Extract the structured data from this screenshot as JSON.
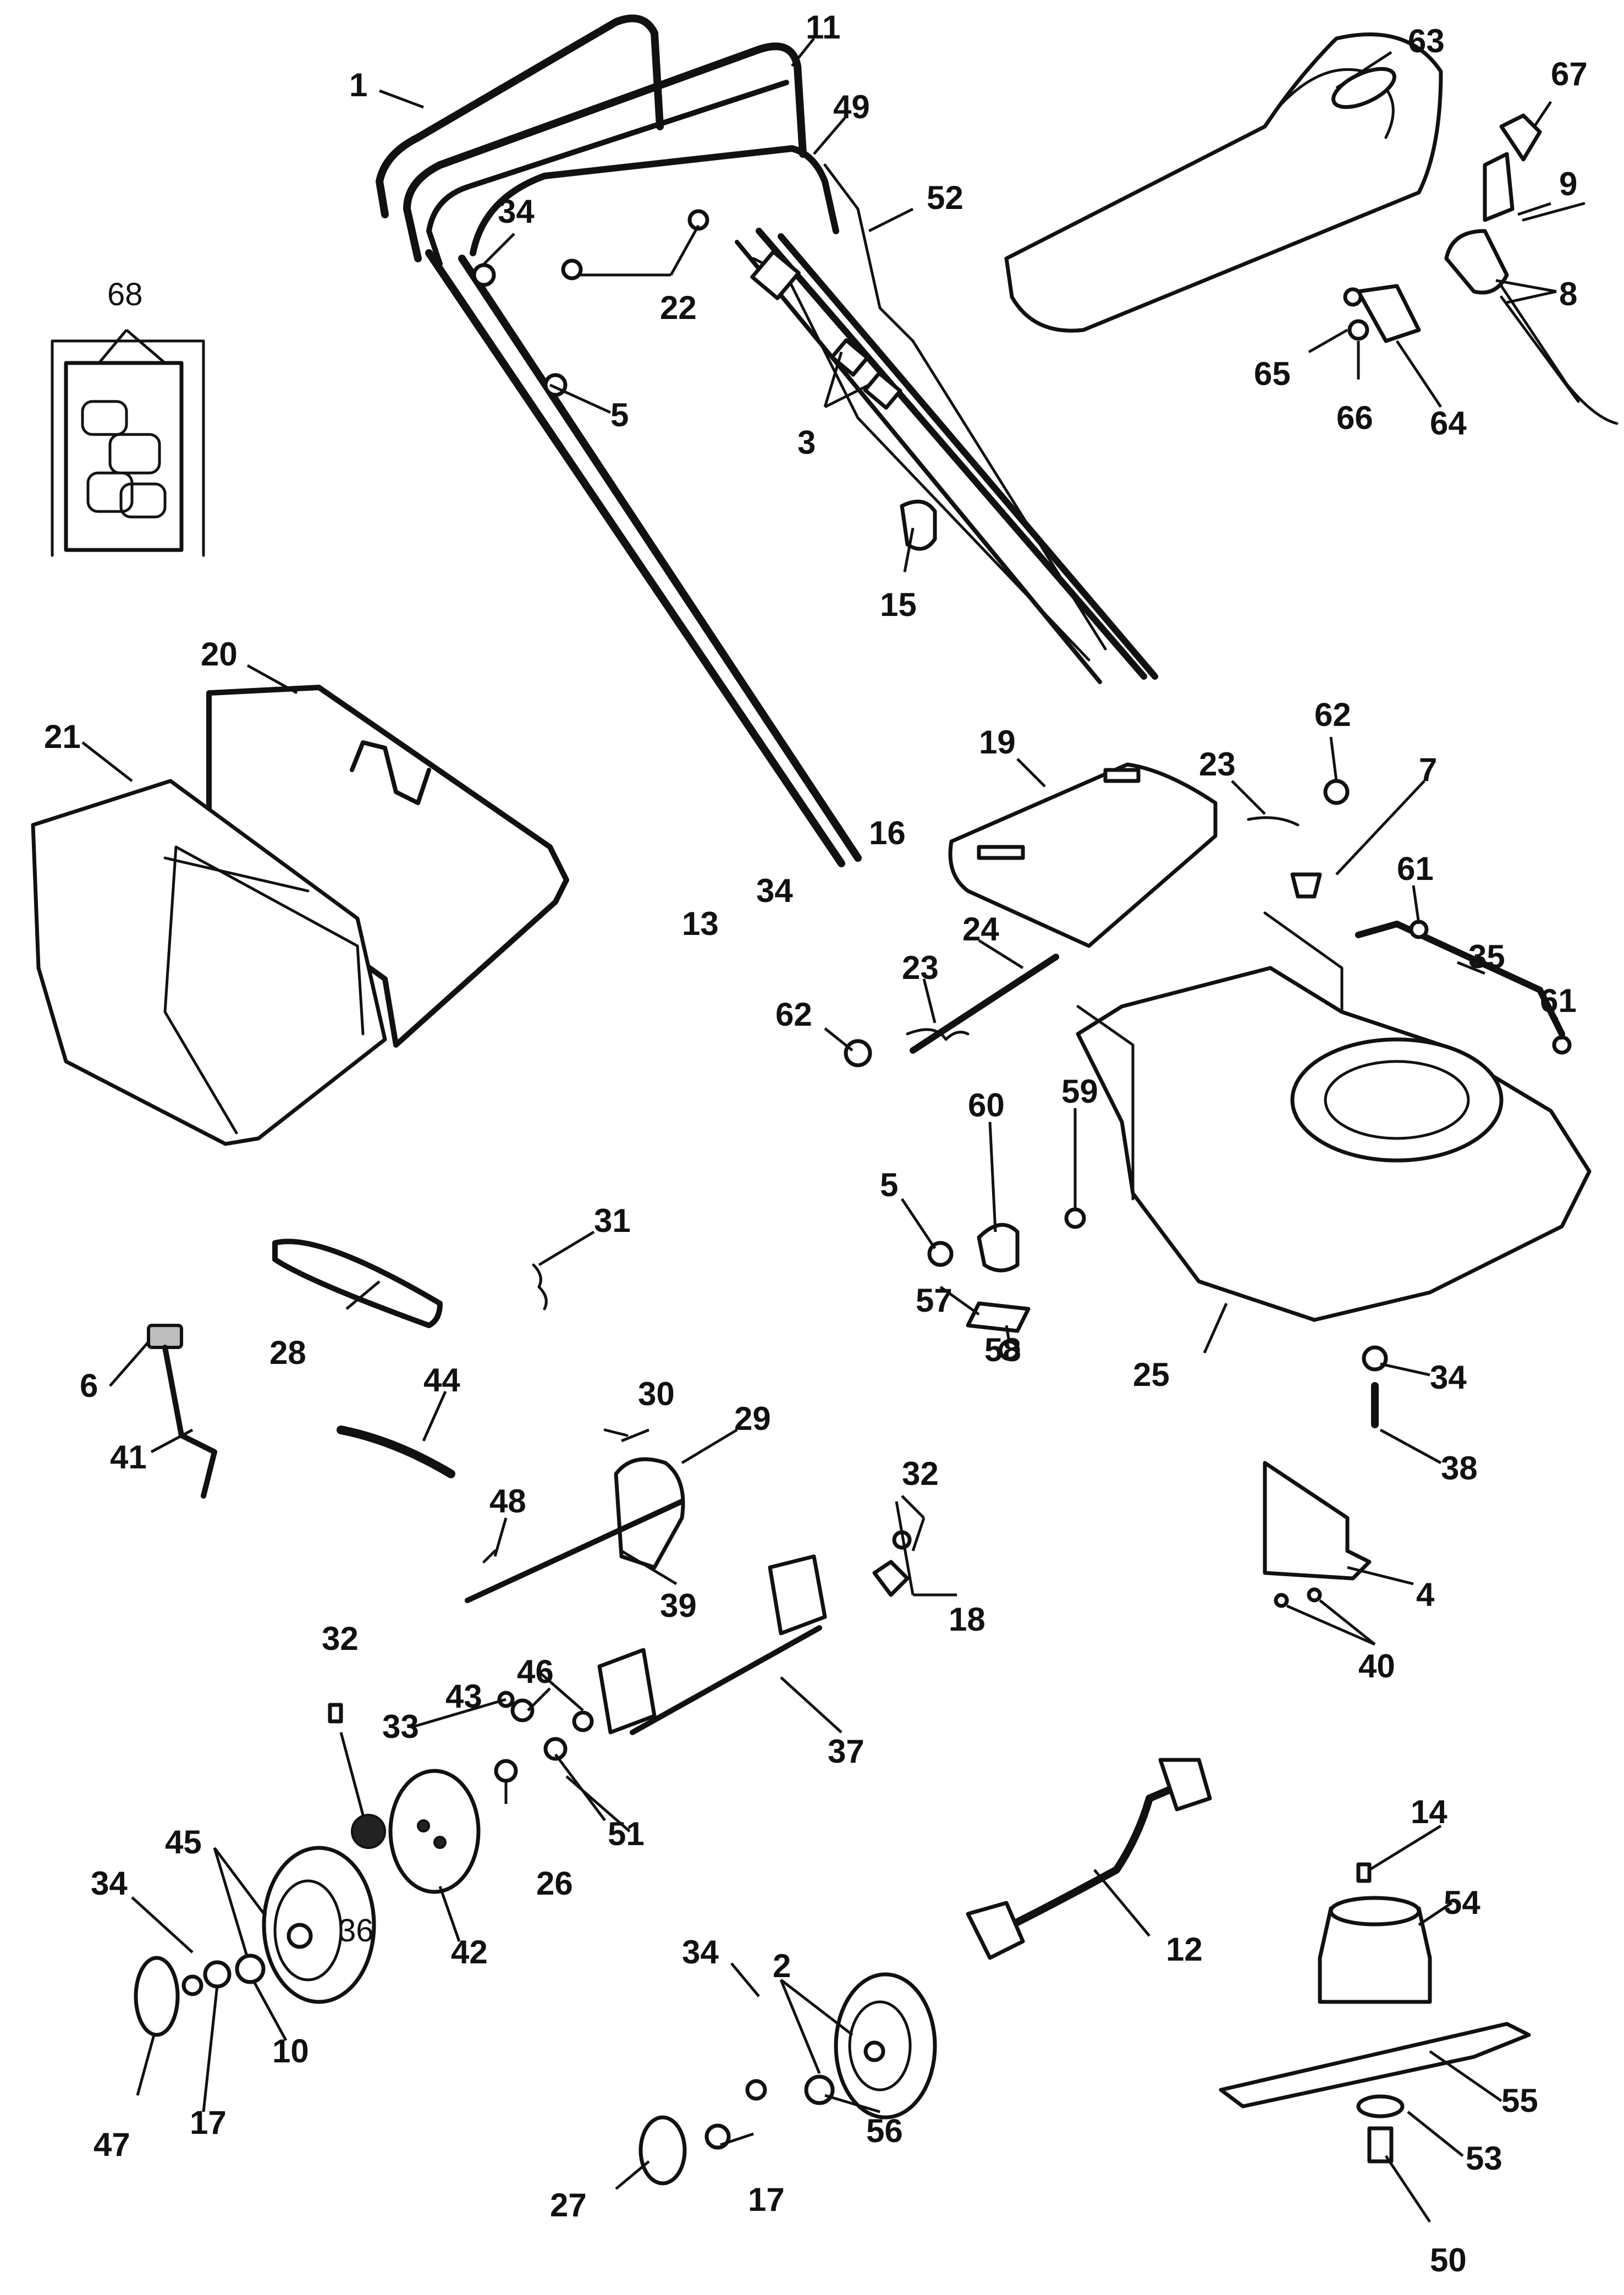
{
  "diagram": {
    "labels": {
      "l1": "1",
      "l2": "2",
      "l3": "3",
      "l4": "4",
      "l5a": "5",
      "l5b": "5",
      "l6": "6",
      "l7": "7",
      "l8": "8",
      "l9": "9",
      "l10": "10",
      "l11": "11",
      "l12": "12",
      "l13": "13",
      "l14": "14",
      "l15": "15",
      "l16": "16",
      "l17a": "17",
      "l17b": "17",
      "l18": "18",
      "l19": "19",
      "l20": "20",
      "l21": "21",
      "l22": "22",
      "l23a": "23",
      "l23b": "23",
      "l24": "24",
      "l25": "25",
      "l26": "26",
      "l27": "27",
      "l28": "28",
      "l29": "29",
      "l30": "30",
      "l31": "31",
      "l32a": "32",
      "l32b": "32",
      "l33": "33",
      "l34a": "34",
      "l34b": "34",
      "l34c": "34",
      "l34d": "34",
      "l34e": "34",
      "l35": "35",
      "l36": "36",
      "l37": "37",
      "l38": "38",
      "l39": "39",
      "l40": "40",
      "l41": "41",
      "l42": "42",
      "l43": "43",
      "l44": "44",
      "l45": "45",
      "l46": "46",
      "l47": "47",
      "l48": "48",
      "l49": "49",
      "l50": "50",
      "l51": "51",
      "l52": "52",
      "l53": "53",
      "l54": "54",
      "l55": "55",
      "l56": "56",
      "l57": "57",
      "l58": "58",
      "l59": "59",
      "l60": "60",
      "l61a": "61",
      "l61b": "61",
      "l62a": "62",
      "l62b": "62",
      "l63": "63",
      "l64": "64",
      "l65": "65",
      "l66": "66",
      "l67": "67",
      "l68": "68"
    }
  }
}
